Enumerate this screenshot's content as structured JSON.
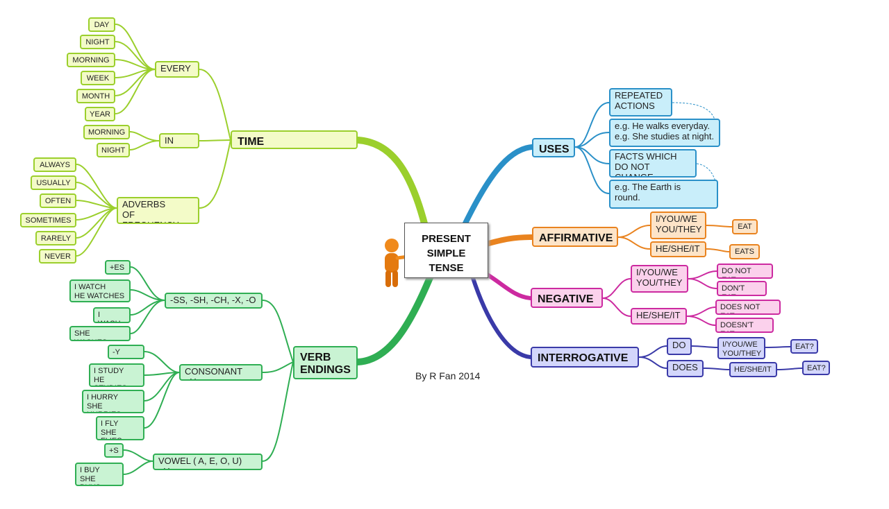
{
  "center": {
    "title": "PRESENT\nSIMPLE\nTENSE"
  },
  "credit": "By R Fan 2014",
  "time": {
    "main": "TIME\nEXPRESSIONS",
    "every": "EVERY",
    "every_items": [
      "DAY",
      "NIGHT",
      "MORNING",
      "WEEK",
      "MONTH",
      "YEAR"
    ],
    "in_the": "IN\nTHE",
    "in_the_items": [
      "MORNING",
      "NIGHT"
    ],
    "adverbs": "ADVERBS\nOF\nFREQUENCY",
    "adverbs_items": [
      "ALWAYS",
      "USUALLY",
      "OFTEN",
      "SOMETIMES",
      "RARELY",
      "NEVER"
    ]
  },
  "verb": {
    "main": "VERB\nENDINGS",
    "ss_rule": "-SS, -SH, -CH, -X, -O",
    "ss_add": "+ES",
    "ss_ex1": "I WATCH\nHE WATCHES",
    "ss_ex2": "I\nWASH",
    "ss_ex3": "SHE\nWASHES",
    "cons_rule": "CONSONANT\n+Y",
    "cons_add": "-Y",
    "cons_ex1": "I STUDY\nHE\nSTUDIES",
    "cons_ex2": "I HURRY\nSHE\nHURRIES",
    "cons_ex3": "I FLY\nSHE\nFLIES",
    "vowel_rule": "VOWEL ( A, E, O, U)\n+Y",
    "vowel_add": "+S",
    "vowel_ex": "I BUY\nSHE\nBUYS"
  },
  "uses": {
    "main": "USES",
    "repeated": "REPEATED\nACTIONS",
    "repeated_ex": "e.g. He walks everyday.\ne.g. She studies at night.",
    "facts": "FACTS WHICH\nDO NOT\nCHANGE",
    "facts_ex": "e.g. The Earth is\nround."
  },
  "affirmative": {
    "main": "AFFIRMATIVE",
    "plural": "I/YOU/WE\nYOU/THEY",
    "plural_verb": "EAT",
    "single": "HE/SHE/IT",
    "single_verb": "EATS"
  },
  "negative": {
    "main": "NEGATIVE",
    "plural": "I/YOU/WE\nYOU/THEY",
    "plural_verb1": "DO NOT\nEAT",
    "plural_verb2": "DON'T\nEAT",
    "single": "HE/SHE/IT",
    "single_verb1": "DOES NOT\nEAT",
    "single_verb2": "DOESN'T\nEAT"
  },
  "interrogative": {
    "main": "INTERROGATIVE",
    "do": "DO",
    "do_subject": "I/YOU/WE\nYOU/THEY",
    "do_verb": "EAT?",
    "does": "DOES",
    "does_subject": "HE/SHE/IT",
    "does_verb": "EAT?"
  },
  "colors": {
    "time": "#9bcf2c",
    "verb": "#2fae53",
    "uses": "#2a90c8",
    "affirmative": "#e9831f",
    "negative": "#cc2aa0",
    "interrogative": "#3a3aa8",
    "figure": "#f08a1c"
  },
  "icons": {
    "figure": "orange-presenter-figure"
  }
}
